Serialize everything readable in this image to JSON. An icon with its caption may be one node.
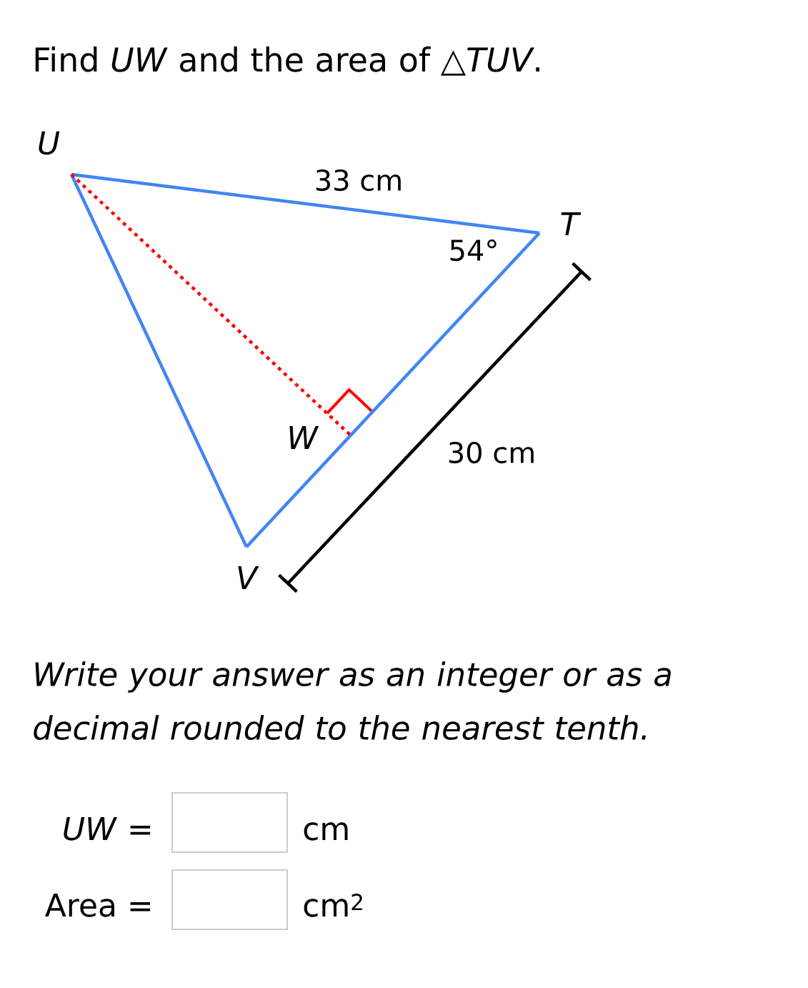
{
  "diagram": {
    "title": "Find *UW* and the area of △*TUV*.",
    "nodes": [
      {
        "text": [
          "U"
        ]
      },
      {
        "text": [
          "T"
        ]
      },
      {
        "text": [
          "V"
        ]
      },
      {
        "text": [
          "W"
        ]
      }
    ],
    "edges": [
      {
        "from": 0,
        "to": 1,
        "arrow": "none",
        "label": "33 cm"
      },
      {
        "from": 1,
        "to": 2,
        "arrow": "none"
      },
      {
        "from": 2,
        "to": 0,
        "arrow": "none"
      },
      {
        "from": 0,
        "to": 3,
        "arrow": "none",
        "style": "dashed",
        "color": "#ff0000"
      }
    ],
    "labels": [
      "54°",
      "30 cm",
      "Write your answer as an integer or as a decimal rounded to the nearest tenth.",
      "*UW* =",
      "cm",
      "Area =",
      "cm$^{2}$"
    ]
  }
}
